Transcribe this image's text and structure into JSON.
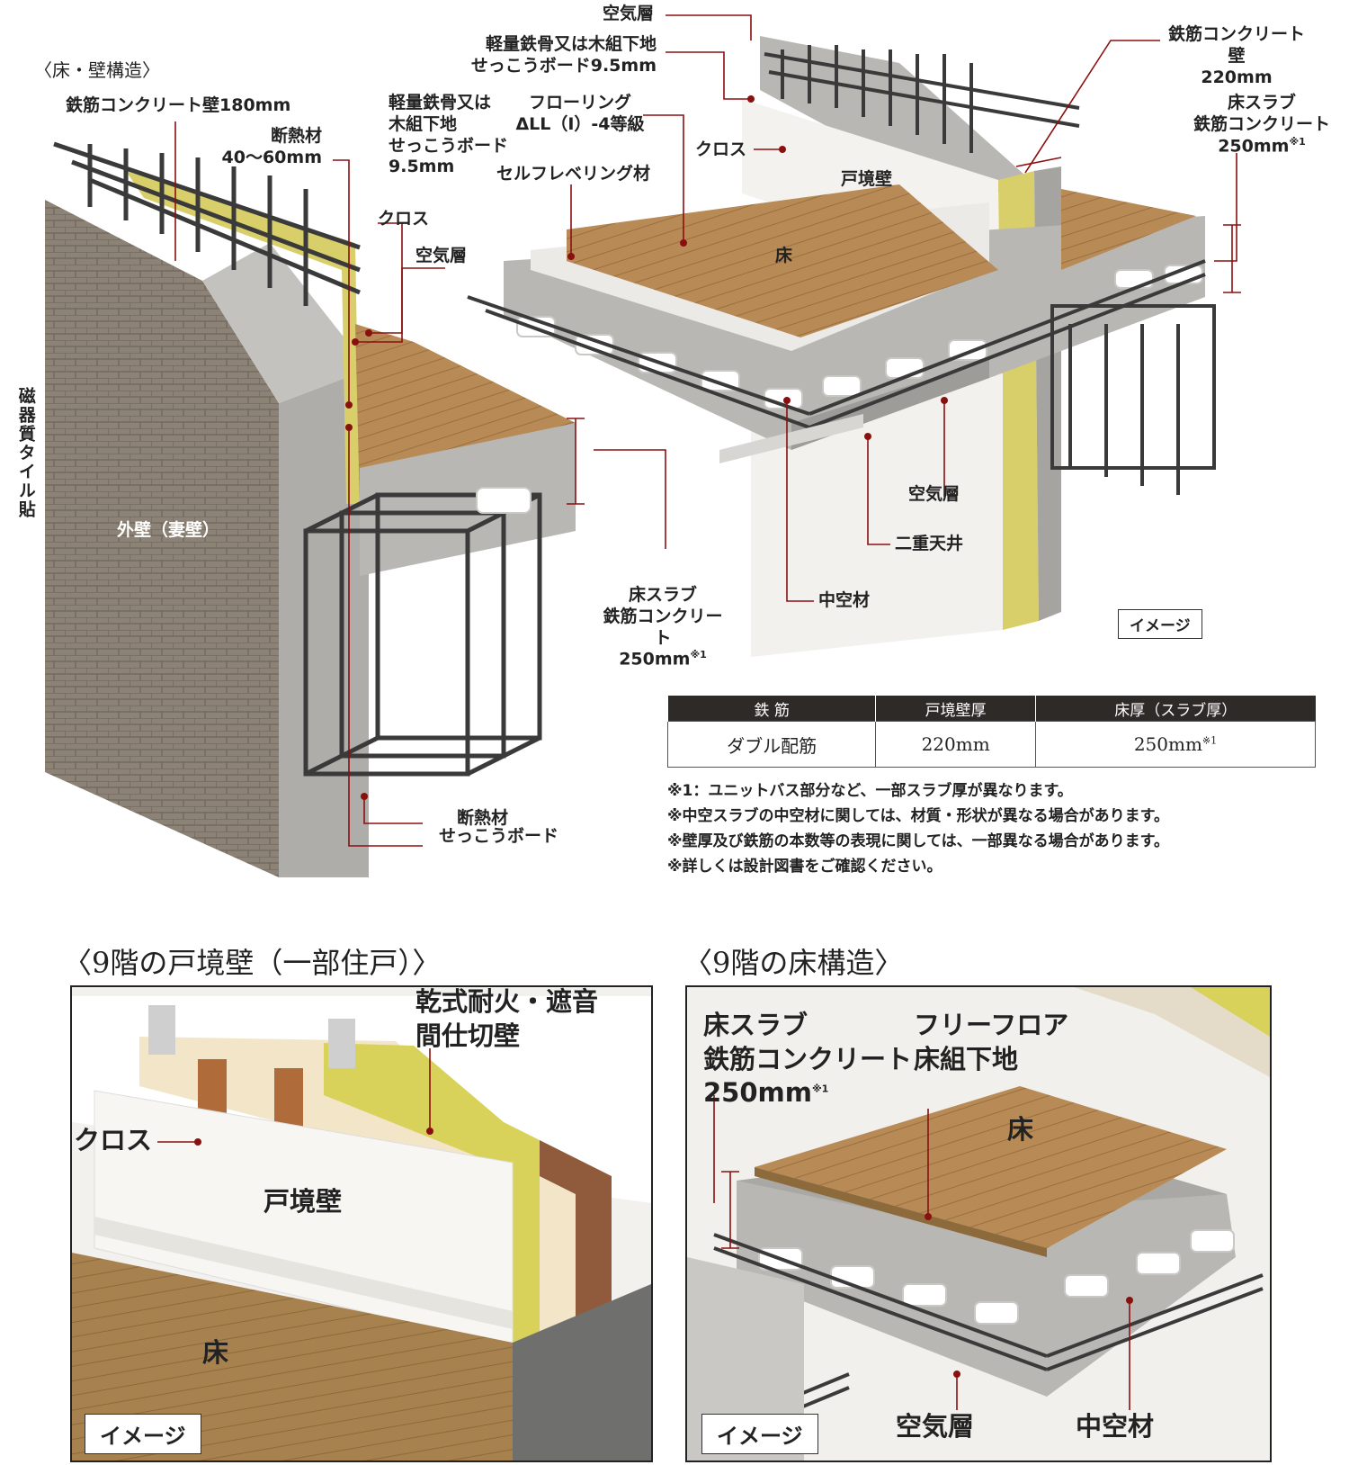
{
  "top": {
    "section_label": "〈床・壁構造〉",
    "labels": {
      "rc_wall_180": "鉄筋コンクリート壁180mm",
      "insulation": "断熱材\n40〜60mm",
      "light_steel_left": "軽量鉄骨又は\n木組下地\nせっこうボード\n9.5mm",
      "cloth_left": "クロス",
      "air_left": "空気層",
      "tile_vertical": "磁器質タイル貼",
      "exterior_wall": "外壁（妻壁）",
      "slab_left": "床スラブ\n鉄筋コンクリート\n250mm",
      "slab_left_note": "※1",
      "insulation_bottom": "断熱材",
      "gypsum_bottom": "せっこうボード",
      "air_top": "空気層",
      "light_steel_top": "軽量鉄骨又は木組下地\nせっこうボード9.5mm",
      "flooring": "フローリング\nΔLL（Ⅰ）-4等級",
      "self_leveling": "セルフレベリング材",
      "cloth_top": "クロス",
      "partition_wall": "戸境壁",
      "floor": "床",
      "rc_wall_220": "鉄筋コンクリート壁\n220mm",
      "slab_right": "床スラブ\n鉄筋コンクリート\n250mm",
      "slab_right_note": "※1",
      "air_under": "空気層",
      "double_ceiling": "二重天井",
      "hollow": "中空材",
      "image_badge": "イメージ"
    }
  },
  "spec_table": {
    "headers": [
      "鉄 筋",
      "戸境壁厚",
      "床厚（スラブ厚）"
    ],
    "rows": [
      [
        "ダブル配筋",
        "220mm",
        "250mm"
      ]
    ],
    "row_note": "※1"
  },
  "notes": [
    "※1：ユニットバス部分など、一部スラブ厚が異なります。",
    "※中空スラブの中空材に関しては、材質・形状が異なる場合があります。",
    "※壁厚及び鉄筋の本数等の表現に関しては、一部異なる場合があります。",
    "※詳しくは設計図書をご確認ください。"
  ],
  "bottom_left": {
    "title": "〈9階の戸境壁（一部住戸）〉",
    "dry_wall": "乾式耐火・遮音\n間仕切壁",
    "cloth": "クロス",
    "partition_wall": "戸境壁",
    "floor": "床",
    "image_badge": "イメージ"
  },
  "bottom_right": {
    "title": "〈9階の床構造〉",
    "slab": "床スラブ\n鉄筋コンクリート\n250mm",
    "slab_note": "※1",
    "free_floor": "フリーフロア\n床組下地",
    "floor": "床",
    "air": "空気層",
    "hollow": "中空材",
    "image_badge": "イメージ"
  },
  "colors": {
    "leader_red": "#8a1010",
    "tile": "#8c8275",
    "concrete": "#b8b7b3",
    "wood": "#b88a55",
    "insulation": "#d9cf6a",
    "table_header": "#2e2a28"
  }
}
